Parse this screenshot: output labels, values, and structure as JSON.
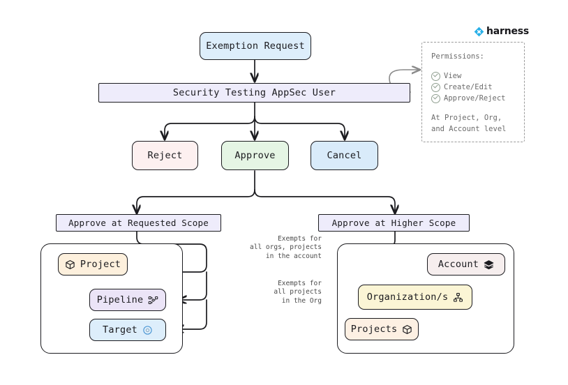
{
  "brand": {
    "name": "harness",
    "logo_icon": "harness-diamond-icon",
    "accent_color": "#29b0e8"
  },
  "flow": {
    "start": {
      "label": "Exemption Request",
      "fill": "#ddeefb"
    },
    "actor": {
      "label": "Security Testing AppSec User",
      "fill": "#eeecfb"
    },
    "decisions": [
      {
        "label": "Reject",
        "fill": "#fdf0f0"
      },
      {
        "label": "Approve",
        "fill": "#e5f5e4"
      },
      {
        "label": "Cancel",
        "fill": "#d9ebfa"
      }
    ],
    "scopes": [
      {
        "label": "Approve at Requested Scope",
        "fill": "#eeecfb"
      },
      {
        "label": "Approve at Higher Scope",
        "fill": "#eeecfb"
      }
    ]
  },
  "requested_scope": {
    "nodes": [
      {
        "label": "Project",
        "fill": "#fdf0dd",
        "icon": "cube-icon",
        "icon_side": "left"
      },
      {
        "label": "Pipeline",
        "fill": "#ebe4f7",
        "icon": "pipeline-icon",
        "icon_side": "right"
      },
      {
        "label": "Target",
        "fill": "#ddeefb",
        "icon": "target-circle-icon",
        "icon_side": "right"
      }
    ]
  },
  "higher_scope": {
    "nodes": [
      {
        "label": "Account",
        "fill": "#f6eeee",
        "icon": "layers-icon",
        "icon_side": "right"
      },
      {
        "label": "Organization/s",
        "fill": "#fbf5d5",
        "icon": "org-chart-icon",
        "icon_side": "right"
      },
      {
        "label": "Projects",
        "fill": "#fdf0e3",
        "icon": "cube-icon",
        "icon_side": "right"
      }
    ]
  },
  "edge_labels": {
    "account": "Exempts for\nall orgs, projects\nin the account",
    "org": "Exempts for\nall projects\nin the Org"
  },
  "permissions": {
    "title": "Permissions:",
    "items": [
      "View",
      "Create/Edit",
      "Approve/Reject"
    ],
    "footer": "At Project, Org,\nand Account level"
  }
}
